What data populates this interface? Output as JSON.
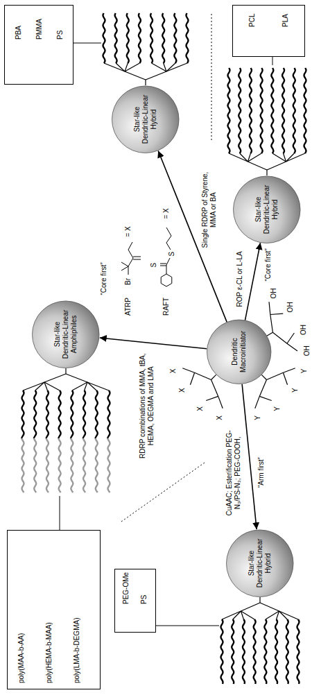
{
  "diagram": {
    "nodes": [
      {
        "text": [
          "Star-like Dendritic-Linear Hybrid"
        ]
      },
      {
        "text": [
          "PBA",
          "PMMA",
          "PS"
        ]
      },
      {
        "text": [
          "Star-like Dendritic-Linear Amphiphiles"
        ]
      },
      {
        "text": [
          "poly(MAA-b-AA)",
          "poly(HEMA-b-MAA)",
          "poly(LMA-b-DEGMA)"
        ]
      },
      {
        "text": [
          "Dendritic Macroinitiator"
        ]
      },
      {
        "text": [
          "Star-like Dendritic-Linear Hybrid"
        ]
      },
      {
        "text": [
          "PCL",
          "PLA"
        ]
      },
      {
        "text": [
          "Star-like Dendritic-Linear Hybrid"
        ]
      },
      {
        "text": [
          "PEG-OMe",
          "PS"
        ]
      }
    ],
    "edges": [
      {
        "from": 4,
        "to": 0,
        "arrow": "to",
        "label": "Single RDRP of Styrene, MMA or BA"
      },
      {
        "from": 4,
        "to": 2,
        "arrow": "to",
        "label": "RDRP combinations of MMA, tBA, HEMA, OEGMA and LMA"
      },
      {
        "from": 4,
        "to": 5,
        "arrow": "to",
        "label": "ROP ε-CL or L-LA"
      },
      {
        "from": 4,
        "to": 7,
        "arrow": "to",
        "label": "CuAAC; Esterification PEG-N₃/PS-N₃; PEG-COOH,"
      }
    ],
    "labels": [
      "“Core first”",
      "ATRP",
      "Br",
      "= X",
      "RAFT",
      "S",
      "S",
      "= X",
      "“Core first”",
      "“Arm first”",
      "X",
      "X",
      "X",
      "X",
      "Y",
      "Y",
      "Y",
      "Y",
      "OH",
      "OH",
      "OH",
      "OH"
    ]
  }
}
